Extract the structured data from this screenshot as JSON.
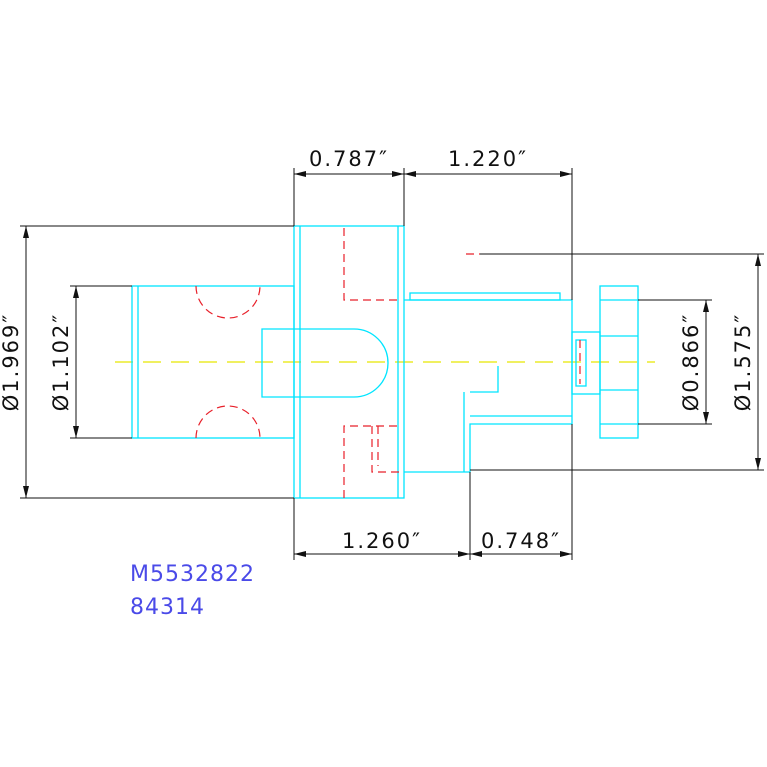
{
  "dimensions": {
    "top_left": "0.787″",
    "top_right": "1.220″",
    "bottom_left": "1.260″",
    "bottom_right": "0.748″",
    "dia_outer": "Ø1.969″",
    "dia_left": "Ø1.102″",
    "dia_small": "Ø0.866″",
    "dia_right": "Ø1.575″"
  },
  "labels": {
    "part_number": "M5532822",
    "catalog_number": "84314"
  },
  "colors": {
    "outline": "#00e5ff",
    "dimension": "#111111",
    "hidden": "#e8202a",
    "centerline": "#e6e600",
    "text": "#4a4ae8"
  }
}
